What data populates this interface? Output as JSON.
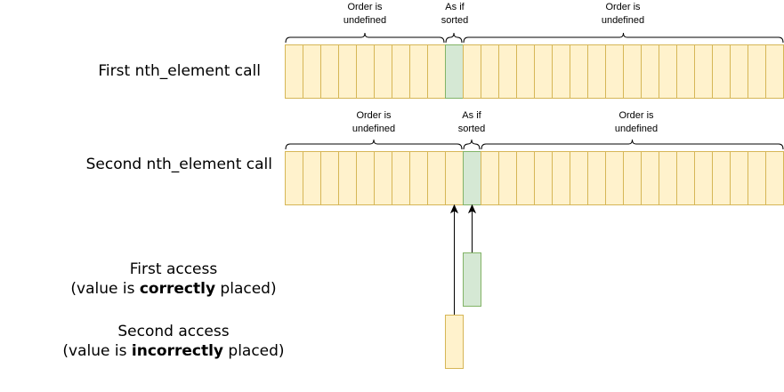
{
  "rows": [
    {
      "label": "First nth_element call",
      "cell_count": 28,
      "highlight_index": 9,
      "brace_left_label": "Order is\nundefined",
      "brace_mid_label": "As if\nsorted",
      "brace_right_label": "Order is\nundefined"
    },
    {
      "label": "Second nth_element call",
      "cell_count": 28,
      "highlight_index": 10,
      "brace_left_label": "Order is\nundefined",
      "brace_mid_label": "As if\nsorted",
      "brace_right_label": "Order is\nundefined"
    }
  ],
  "first_access": {
    "line1": "First access",
    "prefix": "(value is ",
    "emphasis": "correctly",
    "suffix": " placed)"
  },
  "second_access": {
    "line1": "Second access",
    "prefix": "(value is ",
    "emphasis": "incorrectly",
    "suffix": " placed)"
  },
  "colors": {
    "cell_fill": "#fff2cc",
    "cell_stroke": "#d6b656",
    "highlight_fill": "#d5e8d4",
    "highlight_stroke": "#82b366",
    "line": "#000000"
  }
}
